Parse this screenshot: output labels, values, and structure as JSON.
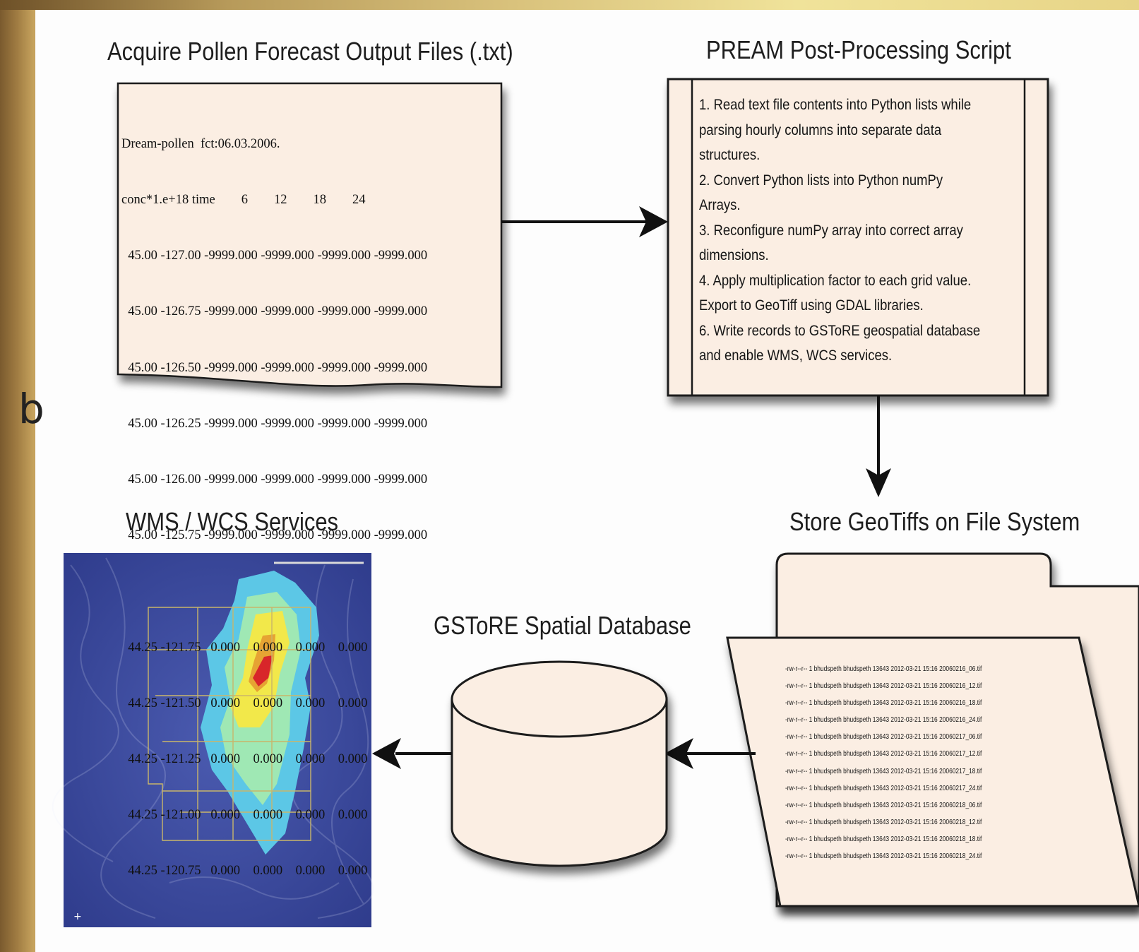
{
  "diagram": {
    "side_letter": "b",
    "acquire": {
      "title": "Acquire Pollen Forecast Output Files (.txt)",
      "file_lines": [
        "Dream-pollen  fct:06.03.2006.",
        "conc*1.e+18 time        6        12        18        24",
        "  45.00 -127.00 -9999.000 -9999.000 -9999.000 -9999.000",
        "  45.00 -126.75 -9999.000 -9999.000 -9999.000 -9999.000",
        "  45.00 -126.50 -9999.000 -9999.000 -9999.000 -9999.000",
        "  45.00 -126.25 -9999.000 -9999.000 -9999.000 -9999.000",
        "  45.00 -126.00 -9999.000 -9999.000 -9999.000 -9999.000",
        "  45.00 -125.75 -9999.000 -9999.000 -9999.000 -9999.000",
        "",
        "  44.25 -121.75   0.000    0.000    0.000    0.000",
        "  44.25 -121.50   0.000    0.000    0.000    0.000",
        "  44.25 -121.25   0.000    0.000    0.000    0.000",
        "  44.25 -121.00   0.000    0.000    0.000    0.000",
        "  44.25 -120.75   0.000    0.000    0.000    0.000"
      ]
    },
    "pream": {
      "title": "PREAM Post-Processing Script",
      "step_lines": [
        "1. Read text file contents into Python lists while",
        "parsing hourly columns into separate data",
        "structures.",
        "2. Convert Python lists into Python numPy",
        "Arrays.",
        "3. Reconfigure numPy array into correct array",
        "dimensions.",
        "4. Apply multiplication factor to each grid value.",
        "Export to GeoTiff using GDAL libraries.",
        "6. Write records to GSToRE geospatial database",
        "and enable WMS, WCS services."
      ]
    },
    "store": {
      "title": "Store GeoTiffs on File System",
      "file_listing": [
        "-rw-r--r-- 1 bhudspeth bhudspeth 13643 2012-03-21 15:16 20060216_06.tif",
        "-rw-r--r-- 1 bhudspeth bhudspeth 13643 2012-03-21 15:16 20060216_12.tif",
        "-rw-r--r-- 1 bhudspeth bhudspeth 13643 2012-03-21 15:16 20060216_18.tif",
        "-rw-r--r-- 1 bhudspeth bhudspeth 13643 2012-03-21 15:16 20060216_24.tif",
        "-rw-r--r-- 1 bhudspeth bhudspeth 13643 2012-03-21 15:16 20060217_06.tif",
        "-rw-r--r-- 1 bhudspeth bhudspeth 13643 2012-03-21 15:16 20060217_12.tif",
        "-rw-r--r-- 1 bhudspeth bhudspeth 13643 2012-03-21 15:16 20060217_18.tif",
        "-rw-r--r-- 1 bhudspeth bhudspeth 13643 2012-03-21 15:16 20060217_24.tif",
        "-rw-r--r-- 1 bhudspeth bhudspeth 13643 2012-03-21 15:16 20060218_06.tif",
        "-rw-r--r-- 1 bhudspeth bhudspeth 13643 2012-03-21 15:16 20060218_12.tif",
        "-rw-r--r-- 1 bhudspeth bhudspeth 13643 2012-03-21 15:16 20060218_18.tif",
        "-rw-r--r-- 1 bhudspeth bhudspeth 13643 2012-03-21 15:16 20060218_24.tif"
      ]
    },
    "database": {
      "title": "GSToRE Spatial Database"
    },
    "services": {
      "title": "WMS / WCS Services"
    }
  },
  "colors": {
    "paper": "#fbeee3",
    "stroke": "#1a1a1a",
    "map_background": "#3b4a9e",
    "heat_low": "#5cc7e6",
    "heat_mid": "#9fe8b4",
    "heat_high": "#f2e84a",
    "heat_peak": "#d8262a",
    "county_lines": "#c9b66a"
  },
  "icons": {
    "arrow_right": "arrow-right-icon",
    "arrow_down": "arrow-down-icon",
    "arrow_left": "arrow-left-icon",
    "database": "cylinder-database-icon",
    "folder": "folder-icon",
    "document": "document-icon"
  }
}
